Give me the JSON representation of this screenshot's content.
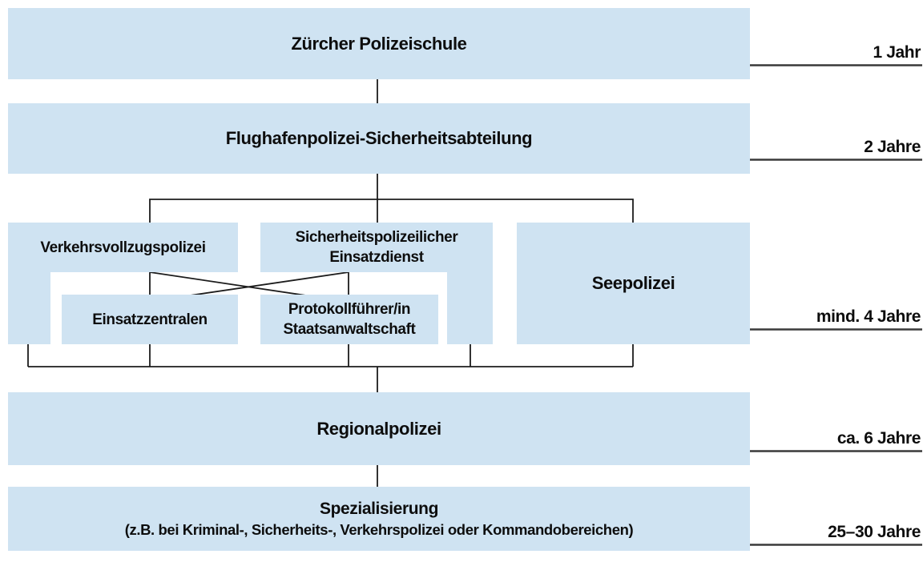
{
  "diagram": {
    "boxes": {
      "schule": "Zürcher Polizeischule",
      "flughafen": "Flughafenpolizei-Sicherheitsabteilung",
      "verkehr": "Verkehrsvollzugspolizei",
      "sipo_line1": "Sicherheitspolizeilicher",
      "sipo_line2": "Einsatzdienst",
      "einsatz": "Einsatzzentralen",
      "proto_line1": "Protokollführer/in",
      "proto_line2": "Staatsanwaltschaft",
      "see": "Seepolizei",
      "regional": "Regionalpolizei",
      "spezial_title": "Spezialisierung",
      "spezial_sub": "(z.B. bei Kriminal-, Sicherheits-, Verkehrspolizei oder Kommandobereichen)"
    },
    "durations": {
      "d1": "1 Jahr",
      "d2": "2 Jahre",
      "d3": "mind. 4 Jahre",
      "d4": "ca. 6 Jahre",
      "d5": "25–30 Jahre"
    },
    "colors": {
      "box_fill": "#cfe3f2",
      "connector_line": "#1c1c1c",
      "duration_underline": "#3a3a3a",
      "text": "#0d0d0d"
    }
  }
}
